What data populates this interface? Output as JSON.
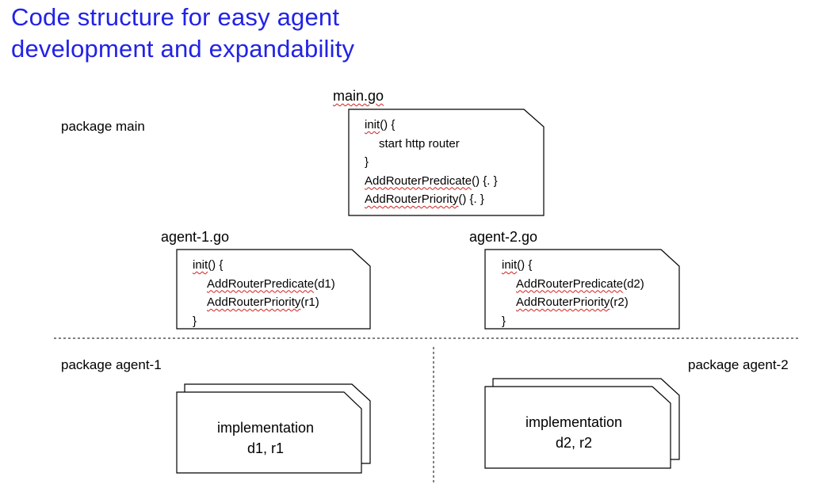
{
  "title": {
    "line1": "Code structure for easy agent",
    "line2": "development and expandability"
  },
  "packages": {
    "main": "package main",
    "agent1": "package agent-1",
    "agent2": "package agent-2"
  },
  "files": {
    "main": {
      "name": "main.go",
      "lines": {
        "l1_fn": "init",
        "l1_rest": "() {",
        "l2": "start http router",
        "l3": "}",
        "l4_fn": "AddRouterPredicate",
        "l4_rest": "() {. }",
        "l5_fn": "AddRouterPriority",
        "l5_rest": "() {. }"
      }
    },
    "agent1": {
      "name": "agent-1.go",
      "lines": {
        "l1_fn": "init",
        "l1_rest": "() {",
        "l2_fn": "AddRouterPredicate",
        "l2_rest": "(d1)",
        "l3_fn": "AddRouterPriority",
        "l3_rest": "(r1)",
        "l4": "}"
      }
    },
    "agent2": {
      "name": "agent-2.go",
      "lines": {
        "l1_fn": "init",
        "l1_rest": "() {",
        "l2_fn": "AddRouterPredicate",
        "l2_rest": "(d2)",
        "l3_fn": "AddRouterPriority",
        "l3_rest": "(r2)",
        "l4": "}"
      }
    }
  },
  "implementations": {
    "agent1": {
      "line1": "implementation",
      "line2": "d1, r1"
    },
    "agent2": {
      "line1": "implementation",
      "line2": "d2, r2"
    }
  }
}
